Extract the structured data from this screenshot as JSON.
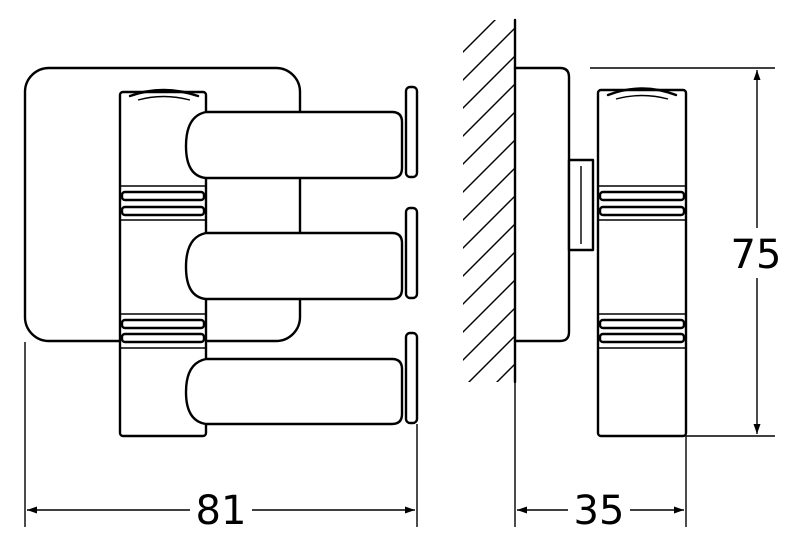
{
  "drawing": {
    "colors": {
      "line": "#000000",
      "background": "#ffffff"
    },
    "dimensions": {
      "front_width": "81",
      "side_depth": "35",
      "height": "75"
    }
  }
}
